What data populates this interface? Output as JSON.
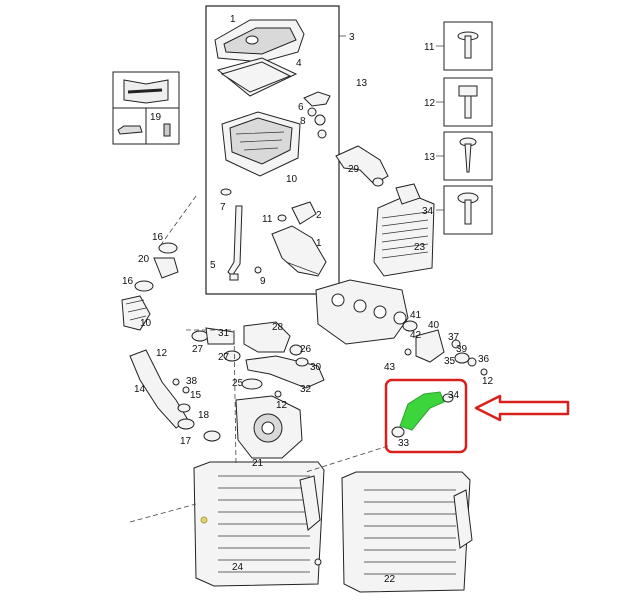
{
  "diagram": {
    "callouts": [
      "1",
      "2",
      "3",
      "4",
      "5",
      "6",
      "7",
      "8",
      "9",
      "10",
      "11",
      "12",
      "13",
      "14",
      "15",
      "16",
      "17",
      "18",
      "19",
      "20",
      "21",
      "22",
      "23",
      "24",
      "25",
      "26",
      "27",
      "28",
      "29",
      "30",
      "31",
      "32",
      "33",
      "34",
      "35",
      "36",
      "37",
      "38",
      "39",
      "40",
      "41",
      "42",
      "43"
    ],
    "highlight": {
      "part": "33",
      "color": "#3cd63c",
      "box_color": "#d8201c",
      "arrow_color": "#d8201c"
    }
  }
}
